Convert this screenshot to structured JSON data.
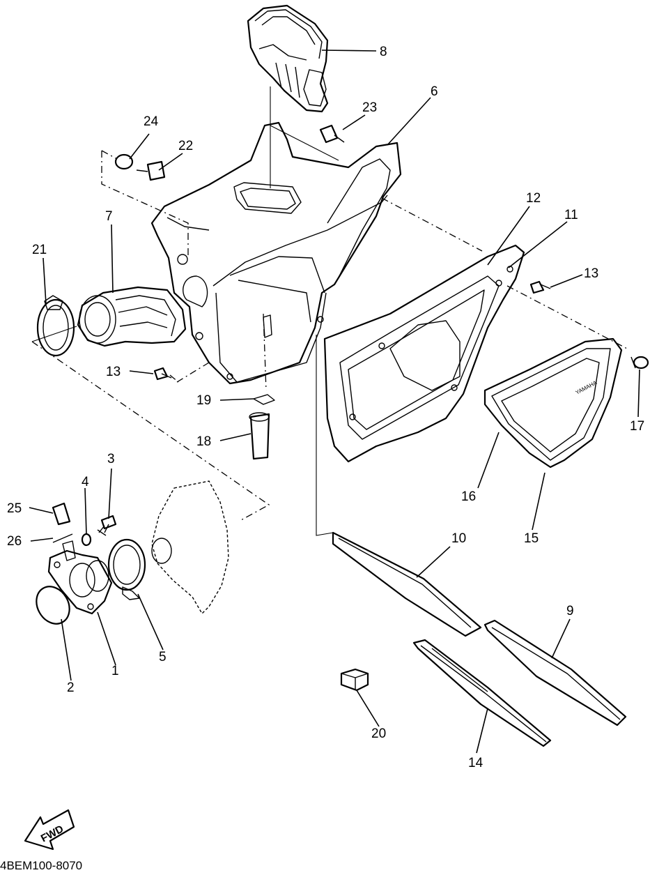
{
  "diagram": {
    "callouts": [
      "1",
      "2",
      "3",
      "4",
      "5",
      "6",
      "7",
      "8",
      "9",
      "10",
      "11",
      "12",
      "13",
      "13",
      "14",
      "15",
      "16",
      "17",
      "18",
      "19",
      "20",
      "21",
      "22",
      "23",
      "24",
      "25",
      "26"
    ],
    "filter_cover_text": "YAMAHA",
    "arrow_text": "FWD",
    "drawing_code": "4BEM100-8070"
  }
}
